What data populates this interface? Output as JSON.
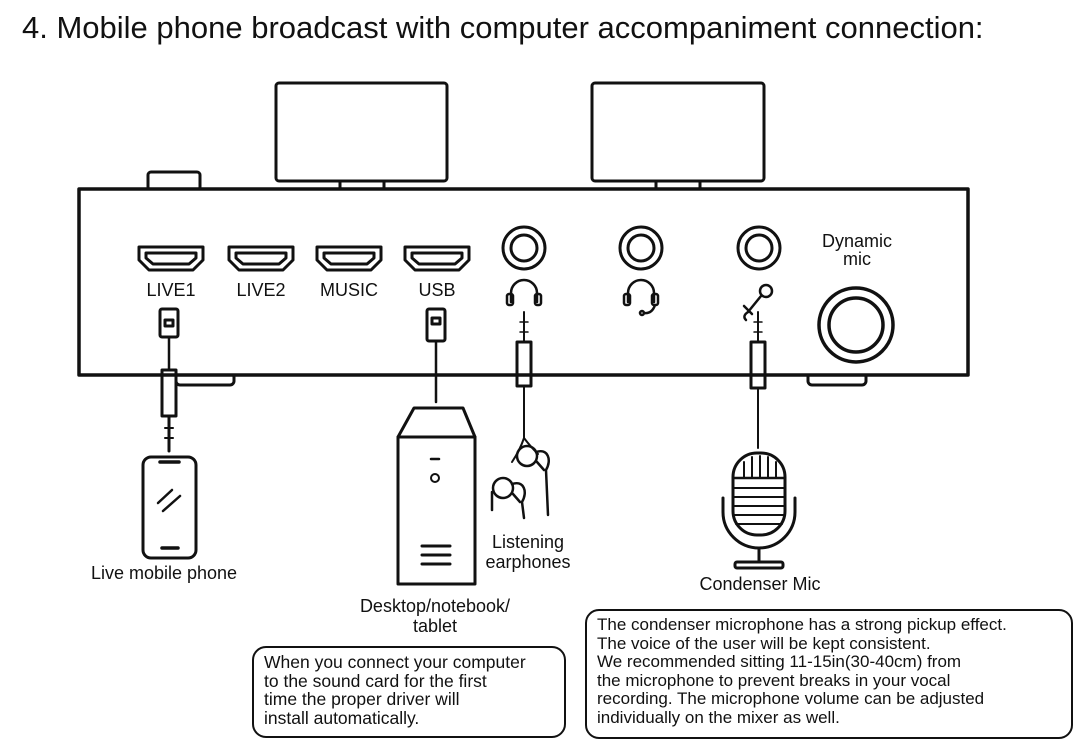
{
  "title": "4. Mobile phone broadcast with computer accompaniment connection:",
  "ports": {
    "live1": "LIVE1",
    "live2": "LIVE2",
    "music": "MUSIC",
    "usb": "USB",
    "dynamic_mic": [
      "Dynamic",
      "mic"
    ]
  },
  "devices": {
    "phone": "Live mobile phone",
    "computer": [
      "Desktop/notebook/",
      "tablet"
    ],
    "earphones": [
      "Listening",
      "earphones"
    ],
    "condenser": "Condenser Mic"
  },
  "notes": {
    "driver": [
      "When you connect your computer",
      "to the sound card  for the first",
      "time the proper driver will",
      "install automatically."
    ],
    "condenser": [
      "The condenser microphone has a strong pickup effect.",
      "The voice of the user will be kept consistent.",
      "We recommended sitting 11-15in(30-40cm) from",
      "the microphone to prevent breaks in your vocal",
      "recording. The microphone volume can be adjusted",
      "individually on the mixer as well."
    ]
  }
}
